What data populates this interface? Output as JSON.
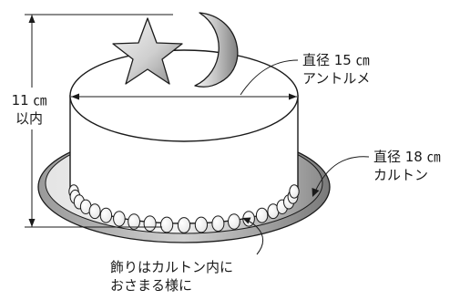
{
  "labels": {
    "height": {
      "line1": "11 ㎝",
      "line2": "以内"
    },
    "top_cake": {
      "line1": "直径 15 ㎝",
      "line2": "アントルメ"
    },
    "board": {
      "line1": "直径 18 ㎝",
      "line2": "カルトン"
    },
    "decoration": {
      "line1": "飾りはカルトン内に",
      "line2": "おさまる様に"
    }
  },
  "toppers": [
    "star",
    "crescent-moon"
  ],
  "colors": {
    "outline": "#1a1a1a",
    "cake_fill": "#ffffff",
    "board_light": "#eeeeee",
    "board_dark": "#8a8a8a",
    "topper_light": "#f2f2f2",
    "topper_dark": "#8c8c8c"
  }
}
